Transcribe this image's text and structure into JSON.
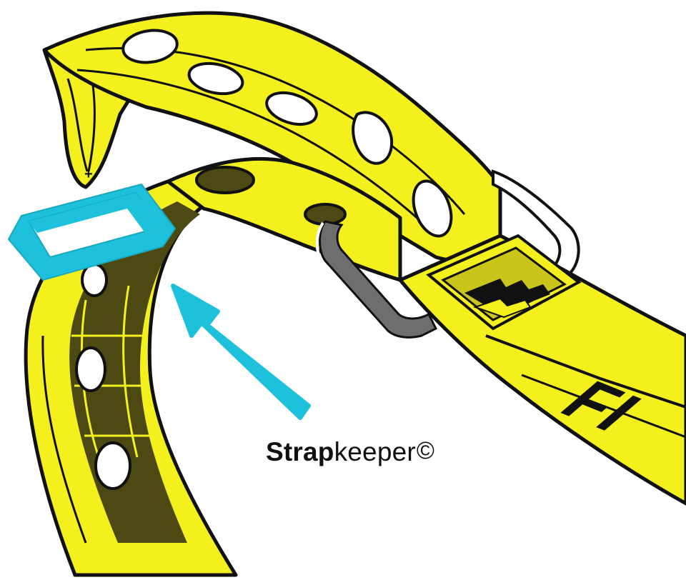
{
  "caption": {
    "bold": "Strap",
    "regular": "keeper",
    "symbol": "©"
  },
  "strap_print": {
    "partial_text": "FI"
  },
  "colors": {
    "strap_yellow": "#f4f01e",
    "strap_shadow": "#4c4a12",
    "outline": "#111111",
    "buckle_gray": "#6e6e6e",
    "keeper_blue": "#1ec1dc",
    "arrow_blue": "#1ec1dc"
  }
}
